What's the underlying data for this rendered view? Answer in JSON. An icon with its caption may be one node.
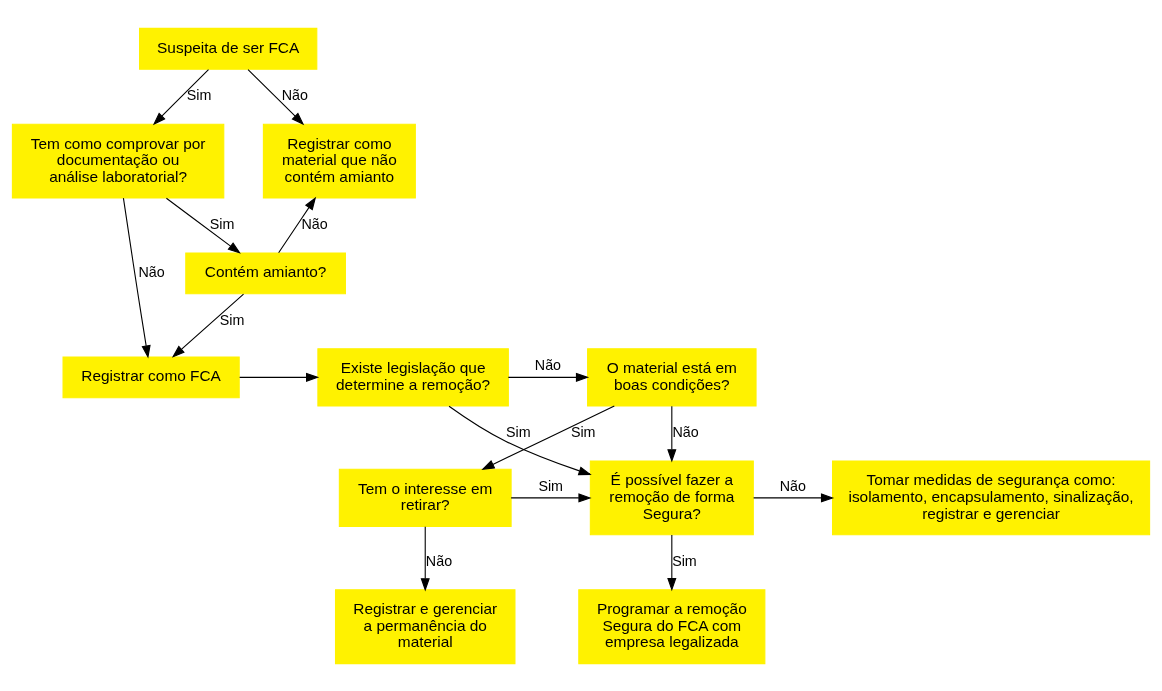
{
  "diagram": {
    "nodes": [
      {
        "text": [
          "Suspeita de ser FCA"
        ]
      },
      {
        "text": [
          "Registrar como material que não contém amianto"
        ]
      },
      {
        "text": [
          "Tem como comprovar por documentação ou análise laboratorial?"
        ]
      },
      {
        "text": [
          "Contém amianto?"
        ]
      },
      {
        "text": [
          "Registrar como FCA"
        ]
      },
      {
        "text": [
          "O material está em boas condições?"
        ]
      },
      {
        "text": [
          "Existe legislação que determine a remoção?"
        ]
      },
      {
        "text": [
          "Tem o interesse em retirar?"
        ]
      },
      {
        "text": [
          "É possível fazer a remoção de forma Segura?"
        ]
      },
      {
        "text": [
          "Tomar medidas de segurança como: isolamento, encapsulamento, sinalização, registrar e gerenciar"
        ]
      },
      {
        "text": [
          "Registrar e gerenciar a permanência do material"
        ]
      },
      {
        "text": [
          "Programar a remoção Segura do FCA com empresa legalizada"
        ]
      }
    ],
    "edges": [
      {
        "from": 0,
        "to": 1,
        "label": "Não",
        "arrow": "to"
      },
      {
        "from": 0,
        "to": 2,
        "label": "Sim",
        "arrow": "to"
      },
      {
        "from": 2,
        "to": 3,
        "label": "Sim",
        "arrow": "to"
      },
      {
        "from": 2,
        "to": 4,
        "label": "Não",
        "arrow": "to"
      },
      {
        "from": 3,
        "to": 1,
        "label": "Não",
        "arrow": "to"
      },
      {
        "from": 3,
        "to": 4,
        "label": "Sim",
        "arrow": "to"
      },
      {
        "from": 4,
        "to": 6,
        "arrow": "to"
      },
      {
        "from": 6,
        "to": 5,
        "label": "Não",
        "arrow": "to"
      },
      {
        "from": 6,
        "to": 8,
        "label": "Sim",
        "arrow": "to"
      },
      {
        "from": 5,
        "to": 7,
        "label": "Sim",
        "arrow": "to"
      },
      {
        "from": 5,
        "to": 8,
        "label": "Não",
        "arrow": "to"
      },
      {
        "from": 7,
        "to": 10,
        "label": "Não",
        "arrow": "to"
      },
      {
        "from": 7,
        "to": 8,
        "label": "Sim",
        "arrow": "to"
      },
      {
        "from": 8,
        "to": 9,
        "label": "Não",
        "arrow": "to"
      },
      {
        "from": 8,
        "to": 11,
        "label": "Sim",
        "arrow": "to"
      }
    ]
  }
}
